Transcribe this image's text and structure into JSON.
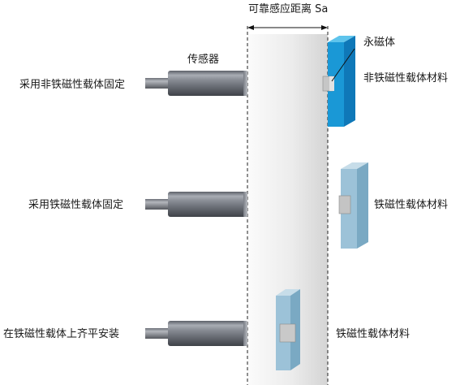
{
  "diagram": {
    "sensing_distance_label": "可靠感应距离 Sa",
    "sensor_label": "传感器",
    "magnet_label": "永磁体",
    "rows": [
      {
        "mount_label": "采用非铁磁性载体固定",
        "target_label": "非铁磁性载体材料"
      },
      {
        "mount_label": "采用铁磁性载体固定",
        "target_label": "铁磁性载体材料"
      },
      {
        "mount_label": "在铁磁性载体上齐平安装",
        "target_label": "铁磁性载体材料"
      }
    ]
  }
}
